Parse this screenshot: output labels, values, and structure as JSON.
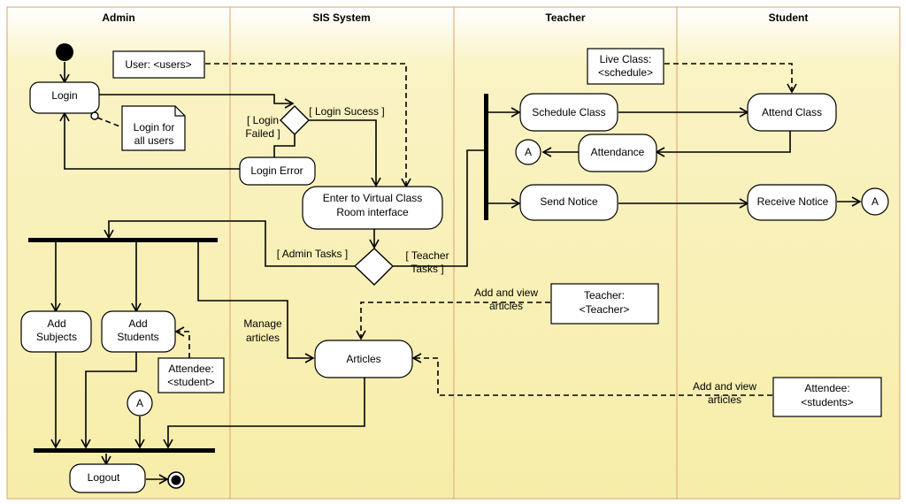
{
  "colors": {
    "lane_fill_top": "#FFFFFF",
    "lane_fill_bottom": "#F7EDA9",
    "lane_border": "#D8A66C",
    "shape_fill": "#FFFFFF",
    "stroke": "#000000"
  },
  "lanes": [
    {
      "title": "Admin"
    },
    {
      "title": "SIS System"
    },
    {
      "title": "Teacher"
    },
    {
      "title": "Student"
    }
  ],
  "actions": {
    "login": "Login",
    "login_error": "Login Error",
    "enter_vcr_line1": "Enter to Virtual Class",
    "enter_vcr_line2": "Room interface",
    "add_subjects_line1": "Add",
    "add_subjects_line2": "Subjects",
    "add_students_line1": "Add",
    "add_students_line2": "Students",
    "articles": "Articles",
    "logout": "Logout",
    "schedule_class": "Schedule Class",
    "attendance": "Attendance",
    "send_notice": "Send Notice",
    "attend_class": "Attend Class",
    "receive_notice": "Receive Notice"
  },
  "objects": {
    "user_users": "User: <users>",
    "attendee_student_line1": "Attendee:",
    "attendee_student_line2": "<student>",
    "teacher_line1": "Teacher:",
    "teacher_line2": "<Teacher>",
    "attendee_students_line1": "Attendee:",
    "attendee_students_line2": "<students>",
    "live_class_line1": "Live Class:",
    "live_class_line2": "<schedule>"
  },
  "notes": {
    "login_all_users_line1": "Login for",
    "login_all_users_line2": "all users"
  },
  "connectors": {
    "a1": "A",
    "a2": "A",
    "a3": "A"
  },
  "guards": {
    "login_success": "[ Login Sucess ]",
    "login_failed_line1": "[ Login",
    "login_failed_line2": "Failed ]",
    "admin_tasks": "[ Admin Tasks ]",
    "teacher_tasks_line1": "[ Teacher",
    "teacher_tasks_line2": "Tasks ]"
  },
  "labels": {
    "manage_articles_line1": "Manage",
    "manage_articles_line2": "articles",
    "add_view_teacher_line1": "Add and view",
    "add_view_teacher_line2": "articles",
    "add_view_student_line1": "Add and view",
    "add_view_student_line2": "articles"
  }
}
